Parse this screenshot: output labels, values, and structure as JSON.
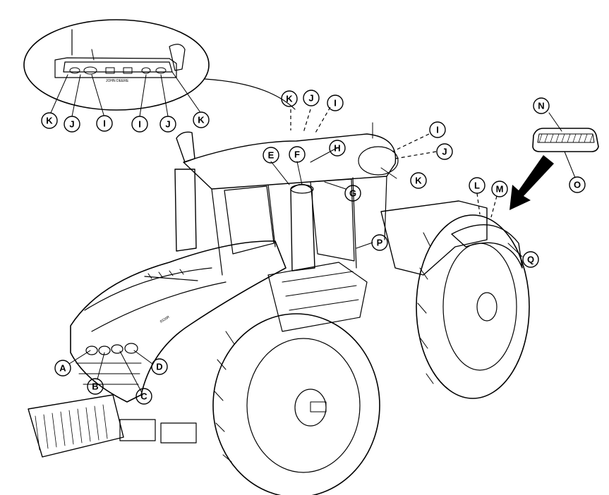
{
  "diagram": {
    "brand_text": "JOHN DEERE",
    "model_text": "8320R",
    "callouts": {
      "A": "A",
      "B": "B",
      "C": "C",
      "D": "D",
      "E": "E",
      "F": "F",
      "G": "G",
      "H": "H",
      "I": "I",
      "J": "J",
      "K": "K",
      "L": "L",
      "M": "M",
      "N": "N",
      "O": "O",
      "P": "P",
      "Q": "Q"
    }
  },
  "colors": {
    "line": "#000000",
    "background": "#ffffff",
    "fill_light": "#f2f2f2",
    "fill_mid": "#d0d0d0"
  }
}
